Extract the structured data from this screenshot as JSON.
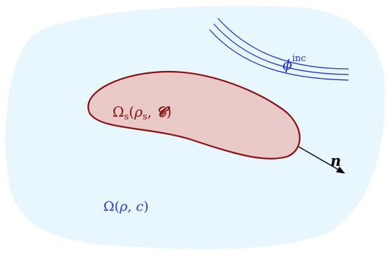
{
  "labels": {
    "solid": {
      "symbol": "Ω",
      "subscript": "s",
      "open": "(",
      "density_symbol": "ρ",
      "density_subscript": "s",
      "separator": ", ",
      "stiffness_symbol": "𝓒",
      "close": ")"
    },
    "fluid": {
      "symbol": "Ω",
      "open": "(",
      "density_symbol": "ρ",
      "separator": ", ",
      "speed_symbol": "c",
      "close": ")"
    },
    "incident": {
      "symbol": "ϕ",
      "superscript": "inc"
    },
    "normal": {
      "symbol": "𝒏"
    }
  },
  "colors": {
    "fluid_fill": "#e8f6fd",
    "solid_fill": "#eac9c9",
    "solid_stroke": "#8b0f0f",
    "solid_label": "#8b0f0f",
    "wave": "#1f2fcf",
    "fluid_label": "#2a3adf",
    "arrow": "#000000"
  }
}
